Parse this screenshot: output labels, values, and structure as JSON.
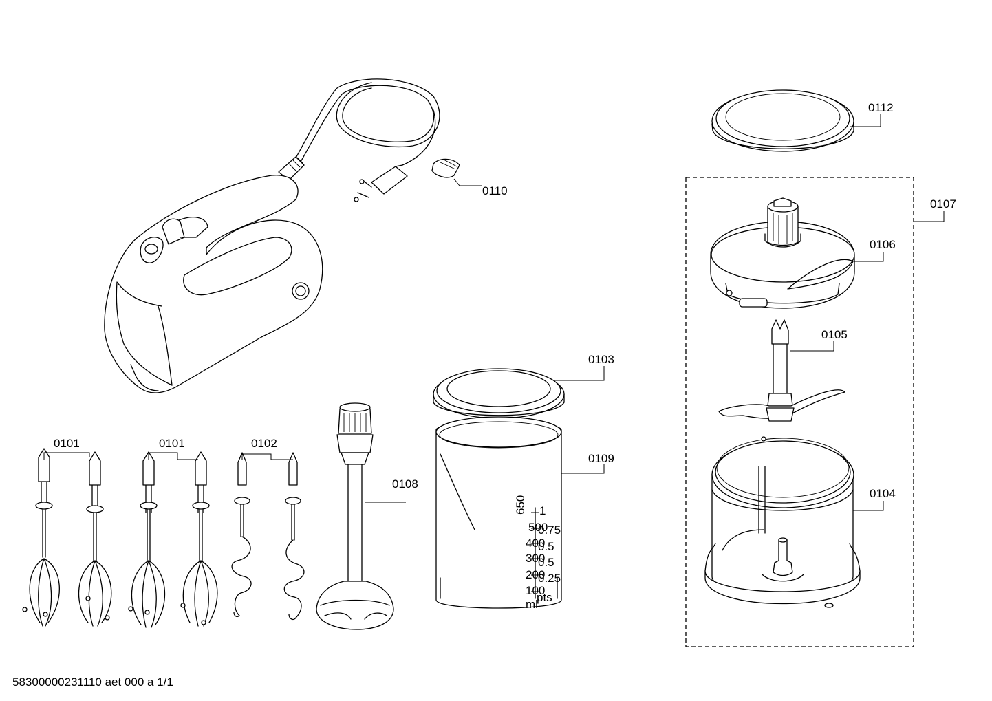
{
  "parts": {
    "p0101a": "0101",
    "p0101b": "0101",
    "p0102": "0102",
    "p0103": "0103",
    "p0104": "0104",
    "p0105": "0105",
    "p0106": "0106",
    "p0107": "0107",
    "p0108": "0108",
    "p0109": "0109",
    "p0110": "0110",
    "p0112": "0112"
  },
  "beaker_scale": {
    "ml": [
      "650",
      "500",
      "400",
      "300",
      "200",
      "100",
      "ml"
    ],
    "pts": [
      "1",
      "0.75",
      "0.5",
      "0.5",
      "0.25",
      "pts"
    ]
  },
  "footer": "58300000231110 aet 000 a 1/1"
}
